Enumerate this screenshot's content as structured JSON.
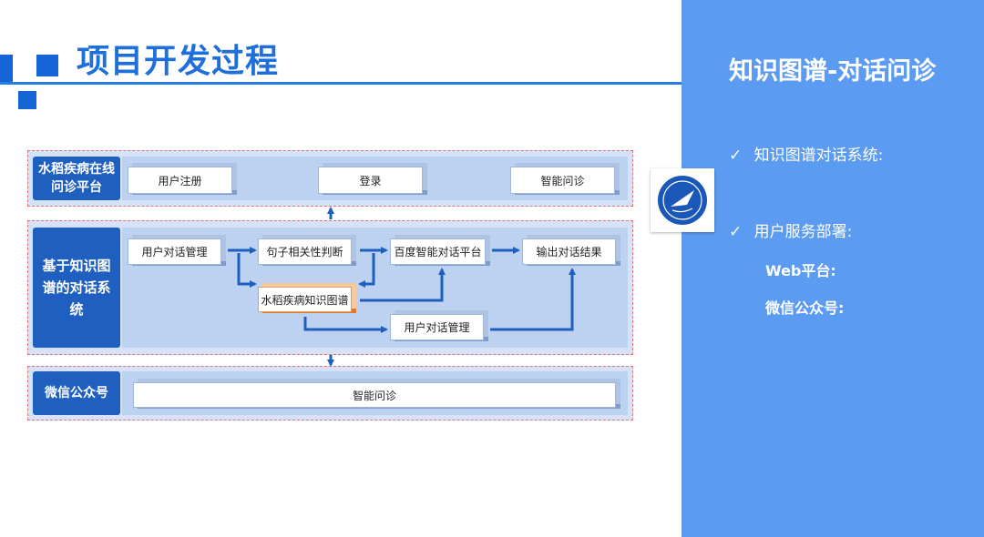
{
  "header": {
    "title": "项目开发过程"
  },
  "panel": {
    "title": "知识图谱-对话问诊",
    "check_icon": "✓",
    "items": [
      {
        "label": "知识图谱对话系统:"
      },
      {
        "label": "用户服务部署:"
      }
    ],
    "subs": [
      {
        "label": "Web平台:"
      },
      {
        "label": "微信公众号:"
      }
    ]
  },
  "diagram": {
    "band1": {
      "label": "水稻疾病在线问诊平台",
      "nodes": [
        "用户注册",
        "登录",
        "智能问诊"
      ]
    },
    "band2": {
      "label": "基于知识图谱的对话系统",
      "nodes": [
        "用户对话管理",
        "句子相关性判断",
        "百度智能对话平台",
        "输出对话结果",
        "水稻疾病知识图谱",
        "用户对话管理"
      ]
    },
    "band3": {
      "label": "微信公众号",
      "nodes": [
        "智能问诊"
      ]
    }
  },
  "colors": {
    "accent": "#1e6fd9",
    "panel": "#5b9bf2",
    "arrow": "#1f5fbf",
    "highlight": "#e07a2a"
  }
}
